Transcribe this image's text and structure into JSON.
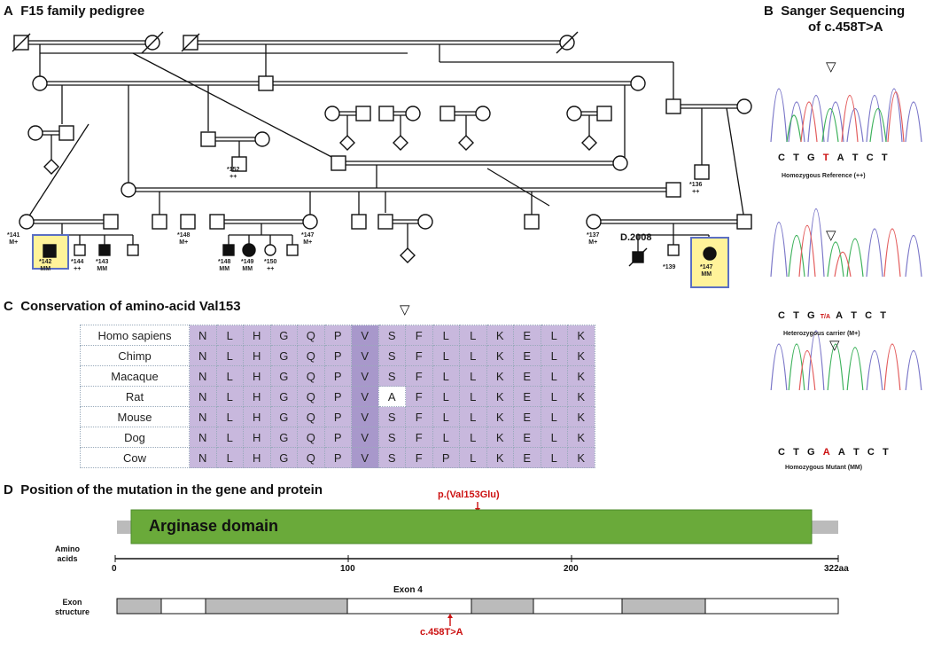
{
  "panels": {
    "a": {
      "letter": "A",
      "title": "F15 family pedigree"
    },
    "b": {
      "letter": "B",
      "title_line1": "Sanger Sequencing",
      "title_line2": "of c.458T>A"
    },
    "c": {
      "letter": "C",
      "title": "Conservation of amino-acid Val153"
    },
    "d": {
      "letter": "D",
      "title": "Position of the mutation in the gene and protein"
    }
  },
  "pedigree": {
    "individuals": [
      {
        "id": "*152",
        "genotype": "++"
      },
      {
        "id": "*136",
        "genotype": "++"
      },
      {
        "id": "*141",
        "genotype": "M+"
      },
      {
        "id": "*142",
        "genotype": "MM"
      },
      {
        "id": "*144",
        "genotype": "++"
      },
      {
        "id": "*143",
        "genotype": "MM"
      },
      {
        "id": "*148",
        "genotype": "M+"
      },
      {
        "id": "*148",
        "genotype": "MM"
      },
      {
        "id": "*149",
        "genotype": "MM"
      },
      {
        "id": "*150",
        "genotype": "++"
      },
      {
        "id": "*147",
        "genotype": "M+"
      },
      {
        "id": "*137",
        "genotype": "M+"
      },
      {
        "id": "*139",
        "genotype": ""
      },
      {
        "id": "*147",
        "genotype": "MM"
      }
    ],
    "death_label": "D.2008"
  },
  "sanger": {
    "marker": "▽",
    "traces": [
      {
        "bases": [
          "C",
          "T",
          "G",
          "T",
          "A",
          "T",
          "C",
          "T"
        ],
        "variant_index": 3,
        "caption": "Homozygous Reference (++)"
      },
      {
        "bases": [
          "C",
          "T",
          "G",
          "T/A",
          "A",
          "T",
          "C",
          "T"
        ],
        "variant_index": 3,
        "caption": "Heterozygous carrier (M+)"
      },
      {
        "bases": [
          "C",
          "T",
          "G",
          "A",
          "A",
          "T",
          "C",
          "T"
        ],
        "variant_index": 3,
        "caption": "Homozygous Mutant (MM)"
      }
    ]
  },
  "conservation": {
    "marker": "▽",
    "rows": [
      {
        "species": "Homo sapiens",
        "residues": [
          "N",
          "L",
          "H",
          "G",
          "Q",
          "P",
          "V",
          "S",
          "F",
          "L",
          "L",
          "K",
          "E",
          "L",
          "K"
        ]
      },
      {
        "species": "Chimp",
        "residues": [
          "N",
          "L",
          "H",
          "G",
          "Q",
          "P",
          "V",
          "S",
          "F",
          "L",
          "L",
          "K",
          "E",
          "L",
          "K"
        ]
      },
      {
        "species": "Macaque",
        "residues": [
          "N",
          "L",
          "H",
          "G",
          "Q",
          "P",
          "V",
          "S",
          "F",
          "L",
          "L",
          "K",
          "E",
          "L",
          "K"
        ]
      },
      {
        "species": "Rat",
        "residues": [
          "N",
          "L",
          "H",
          "G",
          "Q",
          "P",
          "V",
          "A",
          "F",
          "L",
          "L",
          "K",
          "E",
          "L",
          "K"
        ]
      },
      {
        "species": "Mouse",
        "residues": [
          "N",
          "L",
          "H",
          "G",
          "Q",
          "P",
          "V",
          "S",
          "F",
          "L",
          "L",
          "K",
          "E",
          "L",
          "K"
        ]
      },
      {
        "species": "Dog",
        "residues": [
          "N",
          "L",
          "H",
          "G",
          "Q",
          "P",
          "V",
          "S",
          "F",
          "L",
          "L",
          "K",
          "E",
          "L",
          "K"
        ]
      },
      {
        "species": "Cow",
        "residues": [
          "N",
          "L",
          "H",
          "G",
          "Q",
          "P",
          "V",
          "S",
          "F",
          "P",
          "L",
          "K",
          "E",
          "L",
          "K"
        ]
      }
    ]
  },
  "protein": {
    "mutation_label": "p.(Val153Glu)",
    "domain_label": "Arginase domain",
    "axis_label_line1": "Amino",
    "axis_label_line2": "acids",
    "ticks": [
      "0",
      "100",
      "200",
      "322aa"
    ],
    "exon_label_line1": "Exon",
    "exon_label_line2": "structure",
    "exon4_label": "Exon 4",
    "cdna_label": "c.458T>A",
    "colors": {
      "domain": "#6aaa3a",
      "mutation": "#cc1111",
      "exon_grey": "#bbbbbb"
    }
  }
}
